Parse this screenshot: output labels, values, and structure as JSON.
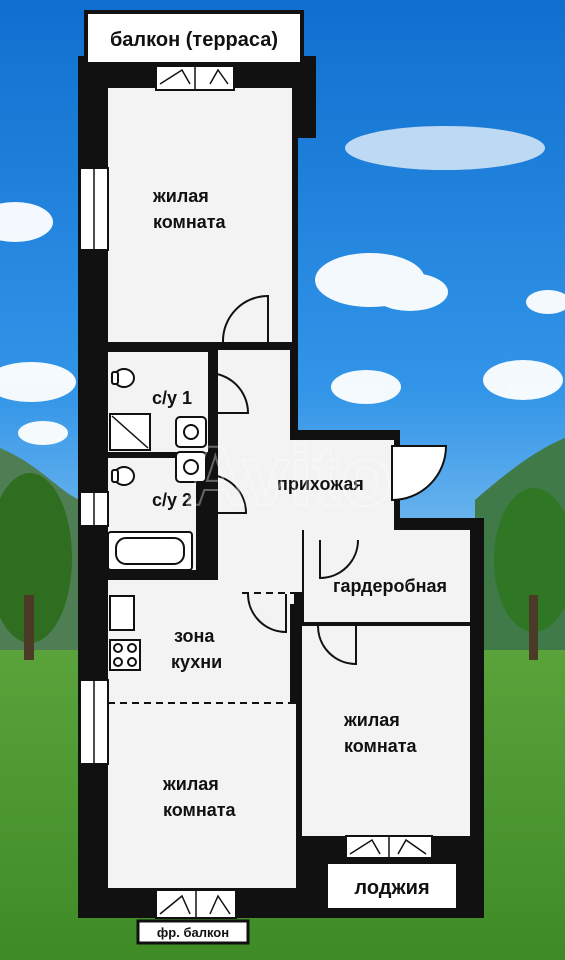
{
  "labels": {
    "balcony_terrace": "балкон (терраса)",
    "living_room_top_line1": "жилая",
    "living_room_top_line2": "комната",
    "bathroom_1": "с/у 1",
    "bathroom_2": "с/у 2",
    "hallway": "прихожая",
    "wardrobe": "гардеробная",
    "kitchen_zone_line1": "зона",
    "kitchen_zone_line2": "кухни",
    "living_room_right_line1": "жилая",
    "living_room_right_line2": "комната",
    "living_room_bottom_line1": "жилая",
    "living_room_bottom_line2": "комната",
    "loggia": "лоджия",
    "french_balcony": "фр. балкон"
  },
  "watermark": "Avito",
  "colors": {
    "wall": "#111111",
    "room_fill": "#f3f3f3",
    "sky": "#1c80dc",
    "grass": "#4f9b35"
  },
  "icons": [
    "toilet-icon",
    "sink-icon",
    "shower-icon",
    "bathtub-icon",
    "stove-icon",
    "window-icon",
    "door-icon"
  ]
}
